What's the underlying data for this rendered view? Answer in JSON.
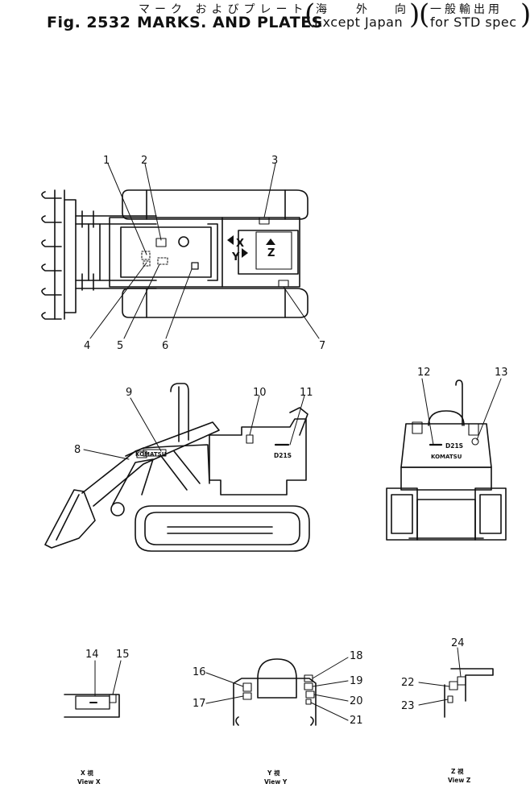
{
  "header": {
    "jp_title": "マーク およびプレート",
    "fig_no": "Fig. 2532",
    "title": "MARKS. AND PLATES",
    "region_jp_1": "海",
    "region_jp_2": "外",
    "region_jp_3": "向",
    "region_en": "Except Japan",
    "spec_jp": "一般輸出用",
    "spec_en": "for STD spec"
  },
  "callouts": [
    "1",
    "2",
    "3",
    "4",
    "5",
    "6",
    "7",
    "8",
    "9",
    "10",
    "11",
    "12",
    "13",
    "14",
    "15",
    "16",
    "17",
    "18",
    "19",
    "20",
    "21",
    "22",
    "23",
    "24"
  ],
  "arrow_labels": {
    "x": "X",
    "y": "Y",
    "z": "Z"
  },
  "decals": {
    "model": "D21S",
    "brand": "KOMATSU",
    "brand_small": "KOMATSU"
  },
  "views": {
    "x": {
      "jp": "X 視",
      "en": "View X"
    },
    "y": {
      "jp": "Y 視",
      "en": "View Y"
    },
    "z": {
      "jp": "Z 視",
      "en": "View Z"
    }
  }
}
